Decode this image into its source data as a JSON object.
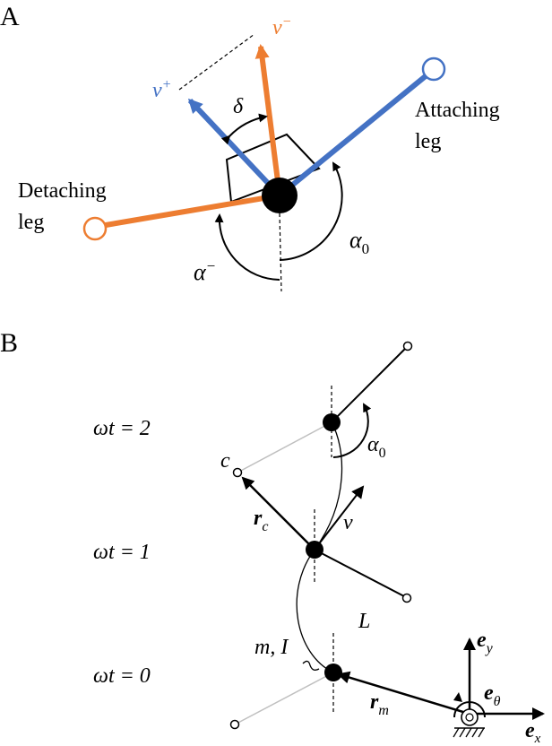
{
  "panelA": {
    "panel_label": "A",
    "detaching_leg_line1": "Detaching",
    "detaching_leg_line2": "leg",
    "attaching_leg_line1": "Attaching",
    "attaching_leg_line2": "leg",
    "v_plus": "v",
    "v_plus_sup": "+",
    "v_minus": "v",
    "v_minus_sup": "−",
    "delta": "δ",
    "alpha_minus": "α",
    "alpha_minus_sup": "−",
    "alpha_0": "α",
    "alpha_0_sub": "0"
  },
  "panelB": {
    "panel_label": "B",
    "time_labels": [
      "ωt = 2",
      "ωt = 1",
      "ωt = 0"
    ],
    "alpha_0": "α",
    "alpha_0_sub": "0",
    "c_label": "c",
    "r_c": "r",
    "r_c_sub": "c",
    "v_label": "v",
    "L_label": "L",
    "m_I_label": "m, I",
    "r_m": "r",
    "r_m_sub": "m",
    "e_y": "e",
    "e_y_sub": "y",
    "e_theta": "e",
    "e_theta_sub": "θ",
    "e_x": "e",
    "e_x_sub": "x"
  },
  "colors": {
    "orange": "#ed7d31",
    "blue": "#4472c4",
    "black": "#000000",
    "gray": "#bfbfbf"
  }
}
